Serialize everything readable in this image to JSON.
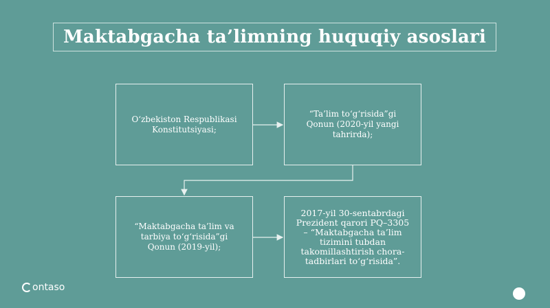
{
  "title": "Maktabgacha ta’limning huquqiy asoslari",
  "boxes": {
    "b1": "O‘zbekiston Respublikasi\nKonstitutsiyasi;",
    "b2": "“Ta’lim to‘g‘risida”gi\nQonun (2020-yil yangi\ntahrirda);",
    "b3": "“Maktabgacha ta’lim va\ntarbiya to‘g‘risida”gi\nQonun (2019-yil);",
    "b4": "2017-yil 30-sentabrdagi\nPrezident qarori PQ–3305\n– “Maktabgacha ta’lim\ntizimini tubdan\ntakomillashtirish chora-\ntadbirlari to‘g‘risida”."
  },
  "logo": {
    "text": "ontaso",
    "icon": "contoso-c-icon"
  },
  "colors": {
    "background": "#5f9c97",
    "line": "#e8f1f0",
    "text": "#ffffff"
  },
  "flow": [
    [
      "b1",
      "b2"
    ],
    [
      "b2",
      "b3"
    ],
    [
      "b3",
      "b4"
    ]
  ]
}
